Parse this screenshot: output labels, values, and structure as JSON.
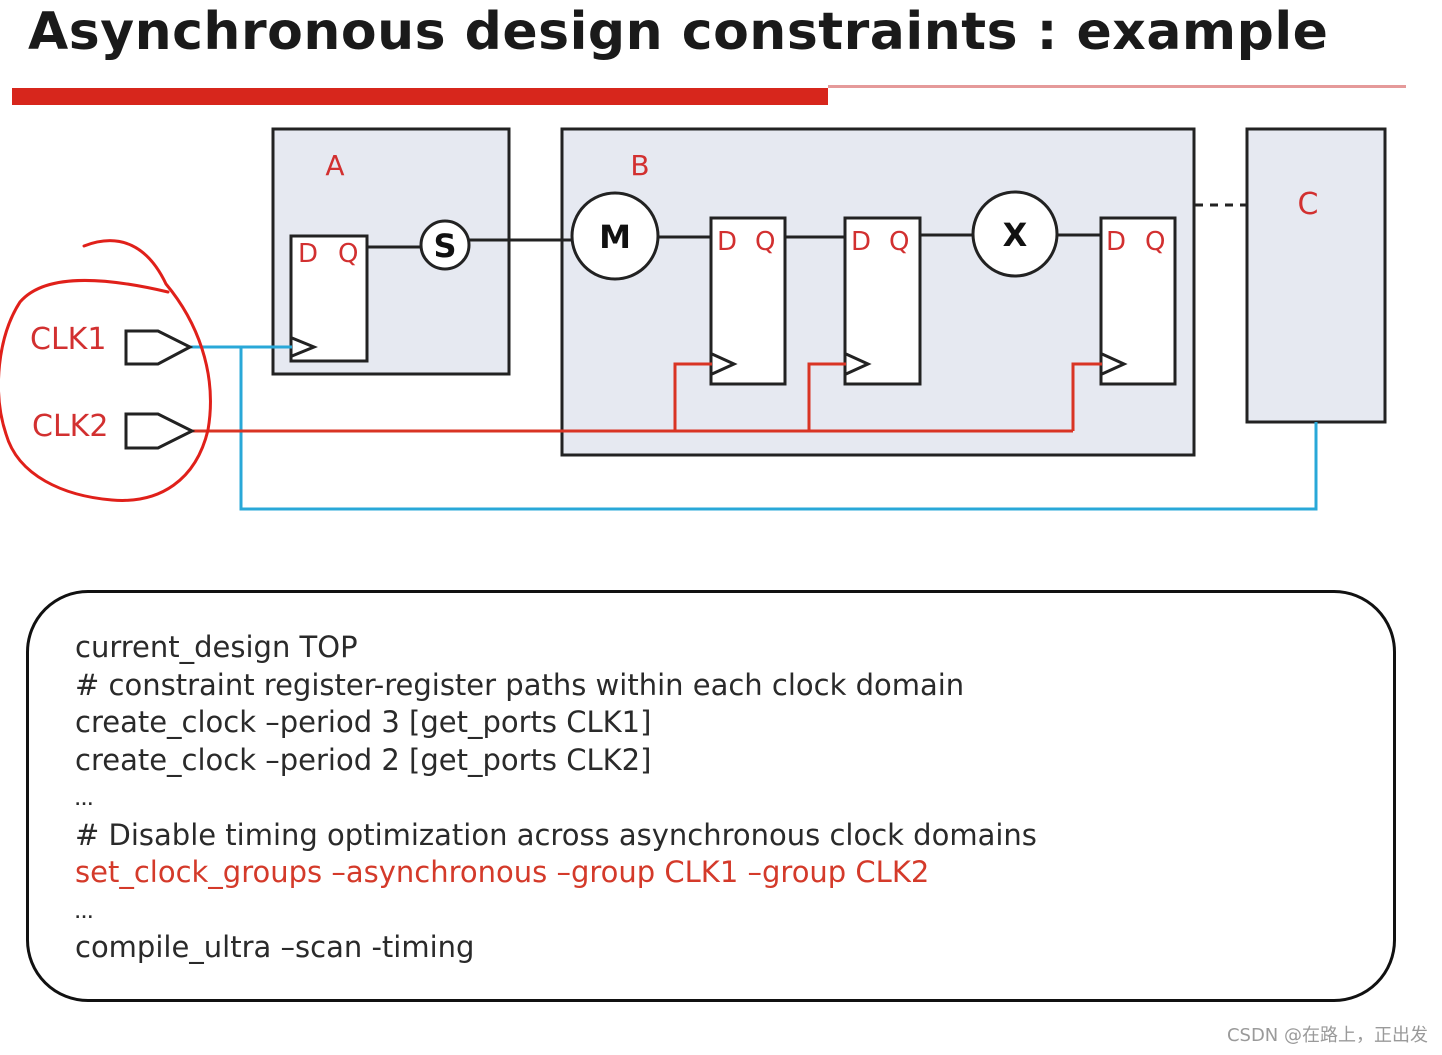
{
  "title": "Asynchronous design constraints : example",
  "diagram": {
    "blocks": {
      "a": "A",
      "b": "B",
      "c": "C"
    },
    "gates": {
      "s": "S",
      "m": "M",
      "x": "X"
    },
    "flipflops": [
      {
        "d": "D",
        "q": "Q"
      },
      {
        "d": "D",
        "q": "Q"
      },
      {
        "d": "D",
        "q": "Q"
      },
      {
        "d": "D",
        "q": "Q"
      }
    ],
    "ports": {
      "clk1": "CLK1",
      "clk2": "CLK2"
    },
    "colors": {
      "clk1_wire": "#29a8d8",
      "clk2_wire": "#d93424",
      "block_fill": "#e6e9f1",
      "annotation": "#e0201a"
    }
  },
  "code": {
    "lines": [
      {
        "text": "current_design TOP",
        "style": "normal"
      },
      {
        "text": "# constraint register-register paths within each clock domain",
        "style": "normal"
      },
      {
        "text": "create_clock –period 3 [get_ports CLK1]",
        "style": "normal"
      },
      {
        "text": "create_clock –period 2 [get_ports CLK2]",
        "style": "normal"
      },
      {
        "text": "...",
        "style": "dots"
      },
      {
        "text": "# Disable timing optimization across asynchronous clock domains",
        "style": "normal"
      },
      {
        "text": "set_clock_groups –asynchronous –group CLK1 –group CLK2",
        "style": "red"
      },
      {
        "text": "...",
        "style": "dots"
      },
      {
        "text": "compile_ultra –scan -timing",
        "style": "normal"
      }
    ]
  },
  "watermark": "CSDN @在路上，正出发"
}
